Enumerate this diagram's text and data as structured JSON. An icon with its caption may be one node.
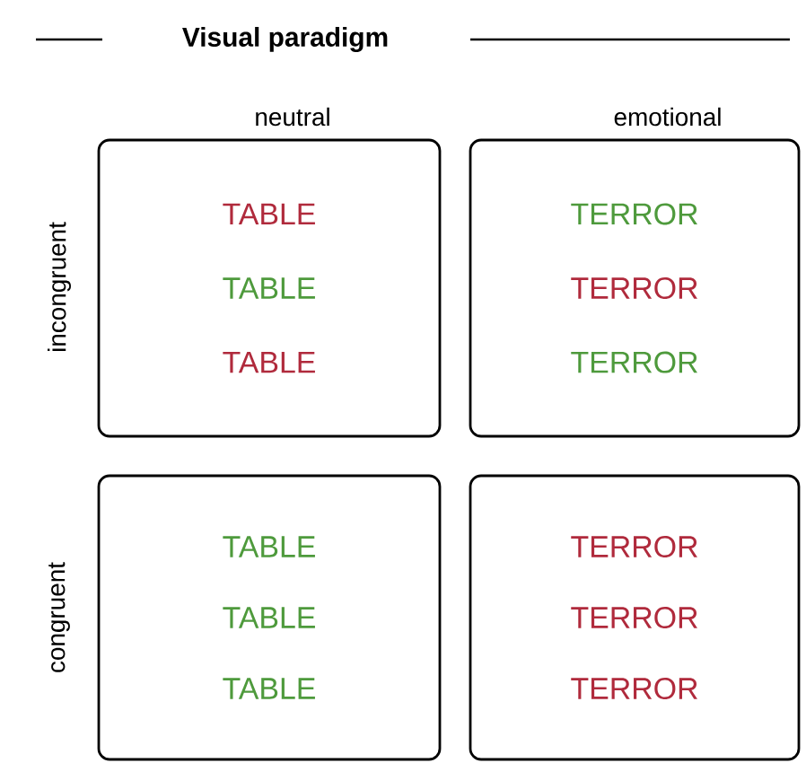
{
  "diagram": {
    "title": "Visual paradigm",
    "nodes": [
      {
        "text": [
          "TABLE",
          "TABLE",
          "TABLE"
        ]
      },
      {
        "text": [
          "TERROR",
          "TERROR",
          "TERROR"
        ]
      },
      {
        "text": [
          "TABLE",
          "TABLE",
          "TABLE"
        ]
      },
      {
        "text": [
          "TERROR",
          "TERROR",
          "TERROR"
        ]
      }
    ],
    "labels": [
      "neutral",
      "emotional",
      "incongruent",
      "congruent"
    ]
  }
}
